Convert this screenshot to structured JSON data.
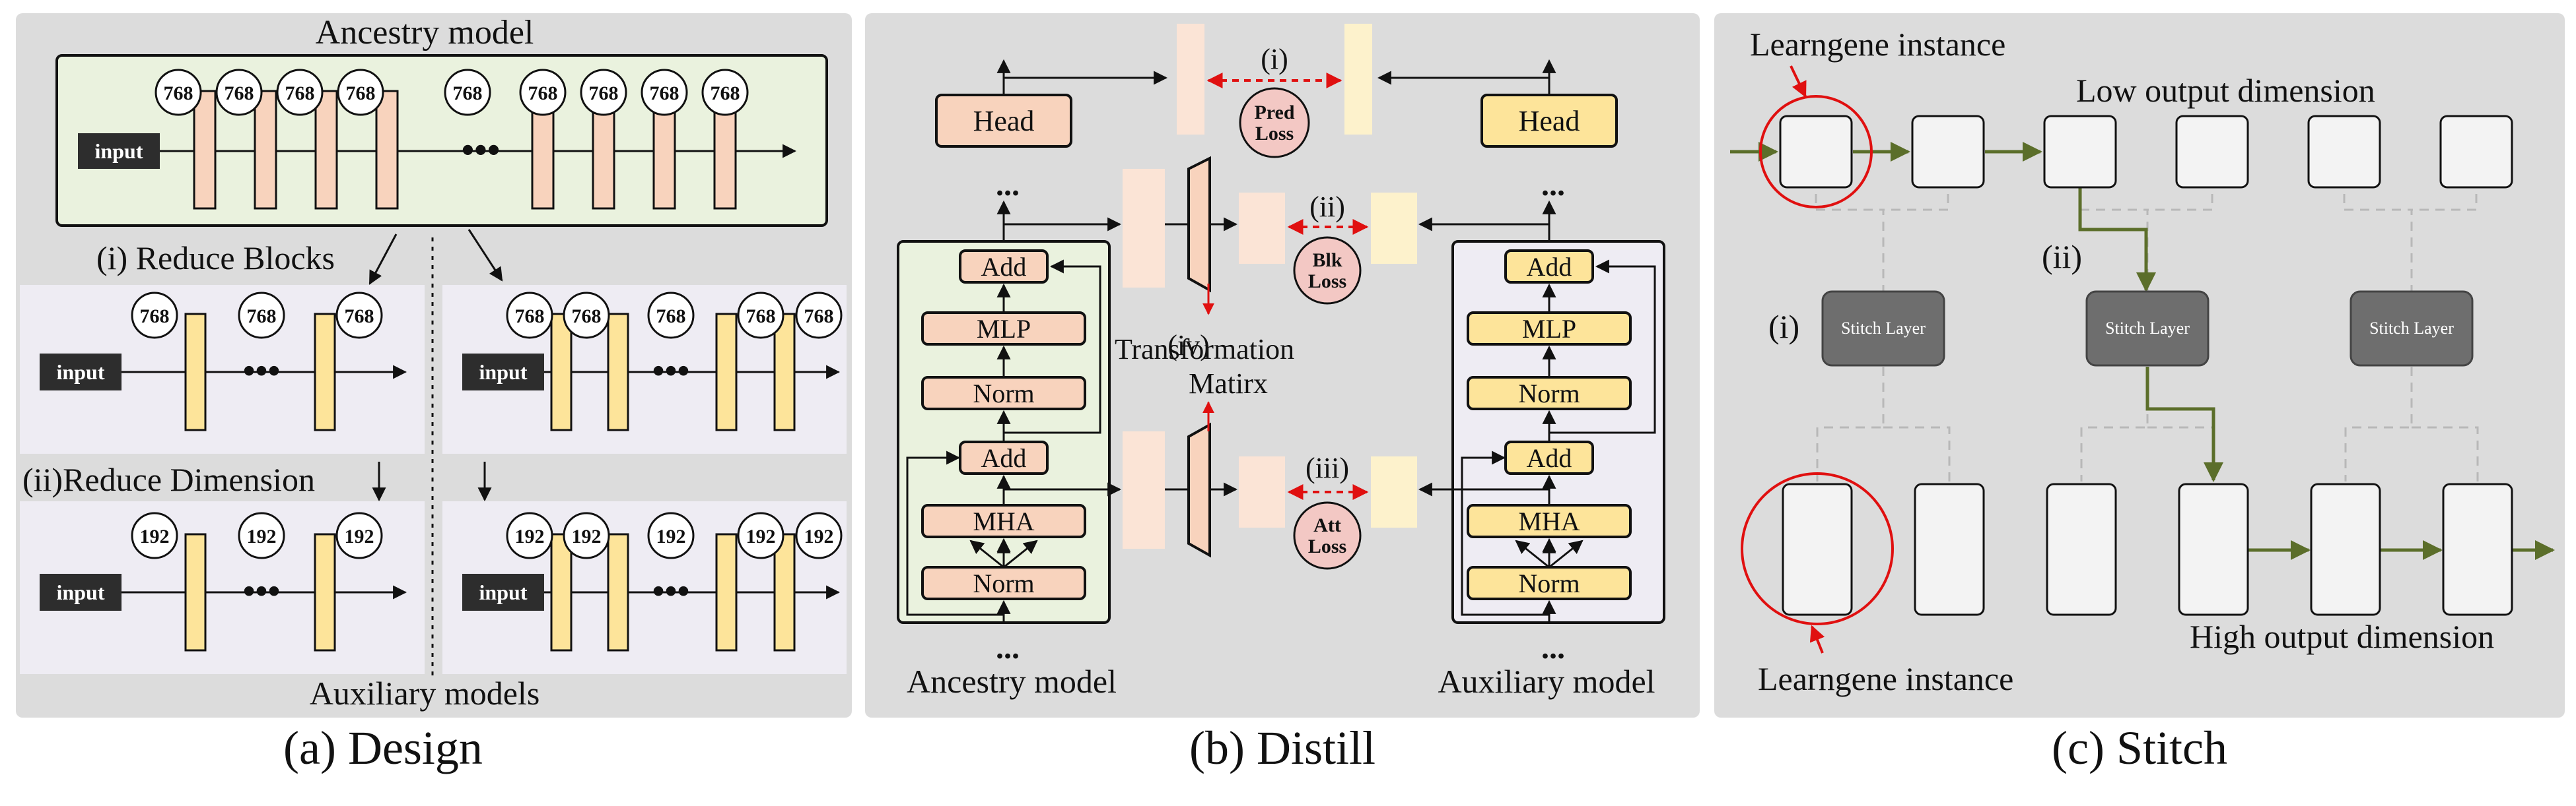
{
  "colors": {
    "panel_bg": "#dcdcdc",
    "ancestry_fill": "#eaf2de",
    "aux_panel_fill": "#eeecf3",
    "ancestry_block": "#f8d3bd",
    "ancestry_block_light": "#fbe4d6",
    "aux_block": "#fde49a",
    "aux_block_light": "#fdf2cc",
    "input_box": "#2d2d2d",
    "loss_circle": "#f3c8c4",
    "red_accent": "#e01010",
    "stitch_layer": "#6e6e6e",
    "green_path": "#5b6e2a",
    "instance_box": "#f3f3f3"
  },
  "design": {
    "title": "Ancestry model",
    "label_reduce_blocks": "(i) Reduce Blocks",
    "label_reduce_dimension": "(ii)Reduce Dimension",
    "bottom_title": "Auxiliary models",
    "caption": "(a) Design",
    "input_label": "input",
    "ancestry_dims": [
      "768",
      "768",
      "768",
      "768",
      "768",
      "768",
      "768",
      "768",
      "768"
    ],
    "rb_left_dims": [
      "768",
      "768",
      "768"
    ],
    "rb_right_dims": [
      "768",
      "768",
      "768",
      "768",
      "768"
    ],
    "rd_left_dims": [
      "192",
      "192",
      "192"
    ],
    "rd_right_dims": [
      "192",
      "192",
      "192",
      "192",
      "192"
    ],
    "ellipsis": "•••"
  },
  "distill": {
    "caption": "(b) Distill",
    "head_label": "Head",
    "left_model_label": "Ancestry model",
    "right_model_label": "Auxiliary model",
    "block_labels": [
      "Add",
      "MLP",
      "Norm",
      "Add",
      "MHA",
      "Norm"
    ],
    "loss_i_tag": "(i)",
    "loss_i_line1": "Pred",
    "loss_i_line2": "Loss",
    "loss_ii_tag": "(ii)",
    "loss_ii_line1": "Blk",
    "loss_ii_line2": "Loss",
    "loss_iii_tag": "(iii)",
    "loss_iii_line1": "Att",
    "loss_iii_line2": "Loss",
    "transform_tag": "(iv)",
    "transform_line1": "Transformation",
    "transform_line2": "Matirx",
    "vdots": "..."
  },
  "stitch": {
    "caption": "(c) Stitch",
    "top_instance_label": "Learngene instance",
    "low_dim_label": "Low output dimension",
    "high_dim_label": "High output dimension",
    "bottom_instance_label": "Learngene instance",
    "stitch_layer_label": "Stitch Layer",
    "tag_i": "(i)",
    "tag_ii": "(ii)"
  }
}
